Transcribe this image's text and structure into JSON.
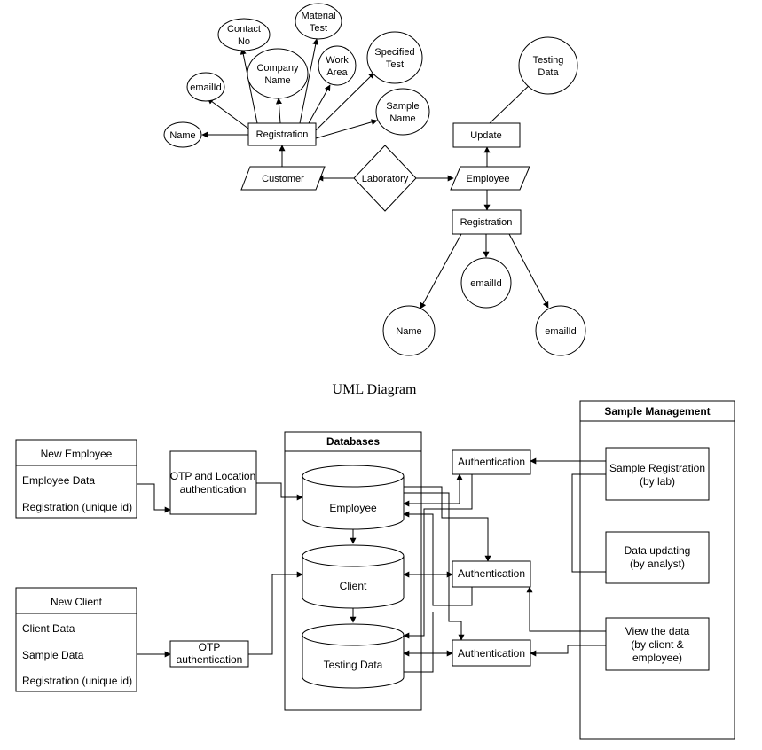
{
  "caption": "UML Diagram",
  "er": {
    "laboratory": "Laboratory",
    "customer": "Customer",
    "employee": "Employee",
    "cust_registration": "Registration",
    "emp_registration": "Registration",
    "update": "Update",
    "testing_data": [
      "Testing",
      "Data"
    ],
    "contact_no": [
      "Contact",
      "No"
    ],
    "material_test": [
      "Material",
      "Test"
    ],
    "company_name": [
      "Company",
      "Name"
    ],
    "work_area": [
      "Work",
      "Area"
    ],
    "specified_test": [
      "Specified",
      "Test"
    ],
    "sample_name": [
      "Sample",
      "Name"
    ],
    "cust_emailid": "emailId",
    "cust_name": "Name",
    "emp_emailid_1": "emailId",
    "emp_name": "Name",
    "emp_emailid_2": "emailId"
  },
  "uml": {
    "new_employee": {
      "title": "New Employee",
      "rows": [
        "Employee Data",
        "Registration (unique id)"
      ]
    },
    "new_client": {
      "title": "New Client",
      "rows": [
        "Client Data",
        "Sample Data",
        "Registration (unique id)"
      ]
    },
    "otp_location": [
      "OTP and Location",
      "authentication"
    ],
    "otp": [
      "OTP",
      "authentication"
    ],
    "databases": {
      "title": "Databases",
      "items": [
        "Employee",
        "Client",
        "Testing Data"
      ]
    },
    "authentication": [
      "Authentication",
      "Authentication",
      "Authentication"
    ],
    "sample_management": {
      "title": "Sample Management",
      "items": [
        [
          "Sample Registration",
          "(by lab)"
        ],
        [
          "Data updating",
          "(by analyst)"
        ],
        [
          "View the data",
          "(by client &",
          "employee)"
        ]
      ]
    }
  }
}
